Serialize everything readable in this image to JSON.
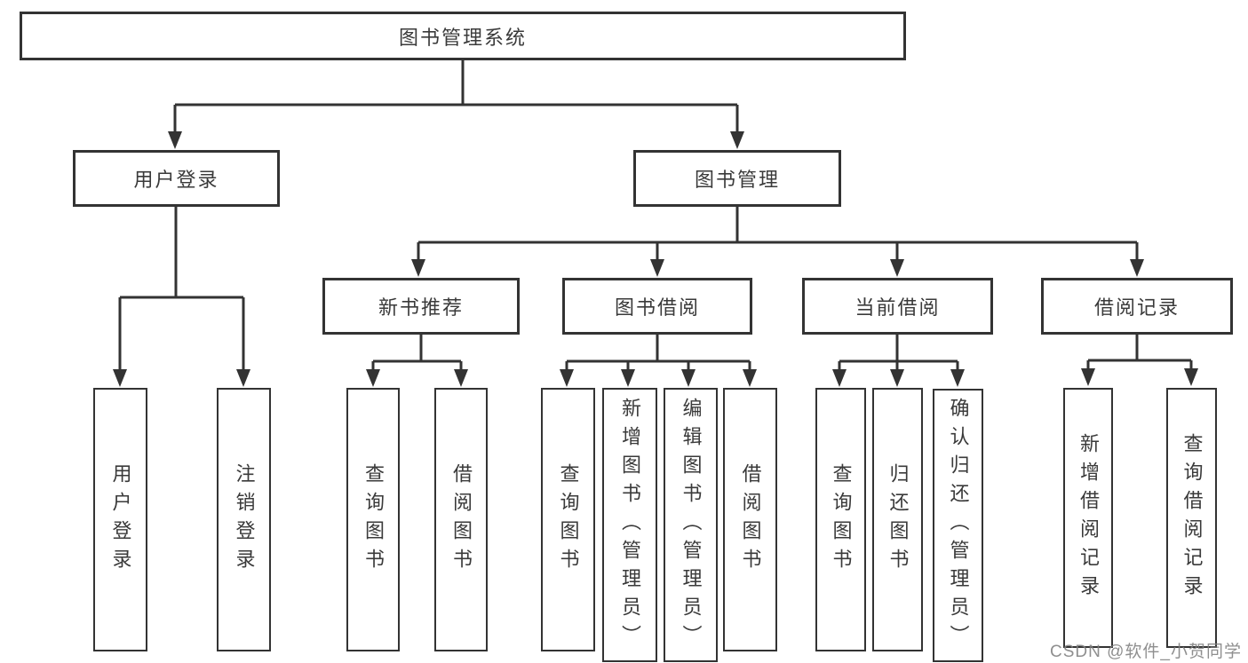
{
  "nodes": {
    "root": "图书管理系统",
    "user_login": "用户登录",
    "book_mgmt": "图书管理",
    "new_book_rec": "新书推荐",
    "book_borrow": "图书借阅",
    "current_borrow": "当前借阅",
    "borrow_records": "借阅记录",
    "leaf_user_login": "用户登录",
    "leaf_logout": "注销登录",
    "leaf_query_book_a": "查询图书",
    "leaf_borrow_book_a": "借阅图书",
    "leaf_query_book_b": "查询图书",
    "leaf_add_book_admin": "新增图书（管理员）",
    "leaf_edit_book_admin": "编辑图书（管理员）",
    "leaf_borrow_book_b": "借阅图书",
    "leaf_query_book_c": "查询图书",
    "leaf_return_book": "归还图书",
    "leaf_confirm_return_admin": "确认归还（管理员）",
    "leaf_add_borrow_record": "新增借阅记录",
    "leaf_query_borrow_record": "查询借阅记录"
  },
  "watermark": "CSDN @软件_小贺同学",
  "colors": {
    "line": "#333333",
    "text": "#3a3a3a",
    "box_background": "#ffffff",
    "page_background": "#ffffff",
    "watermark": "#808080"
  }
}
